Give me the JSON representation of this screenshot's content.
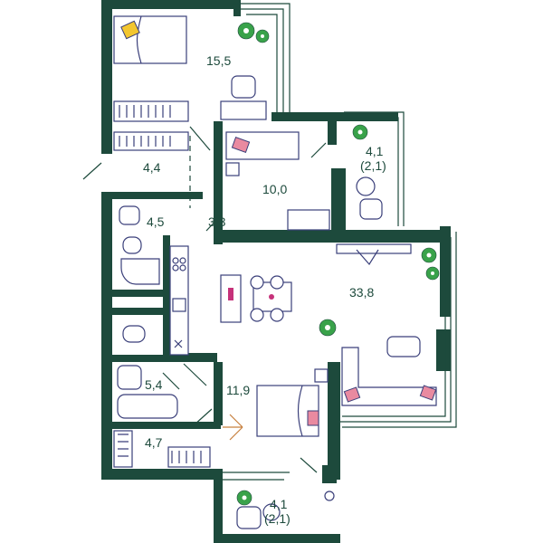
{
  "colors": {
    "wall": "#1d4a3c",
    "furniture": "#3a3f7a",
    "accent_pink": "#e98aa0",
    "plant": "#39a24a",
    "accent_yellow": "#f3c62f"
  },
  "rooms": {
    "bedroom_top": "15,5",
    "hall": "4,4",
    "bedroom_small": "10,0",
    "balcony_top": {
      "area": "4,1",
      "sub": "(2,1)"
    },
    "bathroom_top": "4,5",
    "corridor": "3,3",
    "living_kitchen": "33,8",
    "bathroom_bottom": "5,4",
    "bedroom_bottom": "11,9",
    "wardrobe": "4,7",
    "balcony_bottom": {
      "area": "4,1",
      "sub": "(2,1)"
    }
  }
}
